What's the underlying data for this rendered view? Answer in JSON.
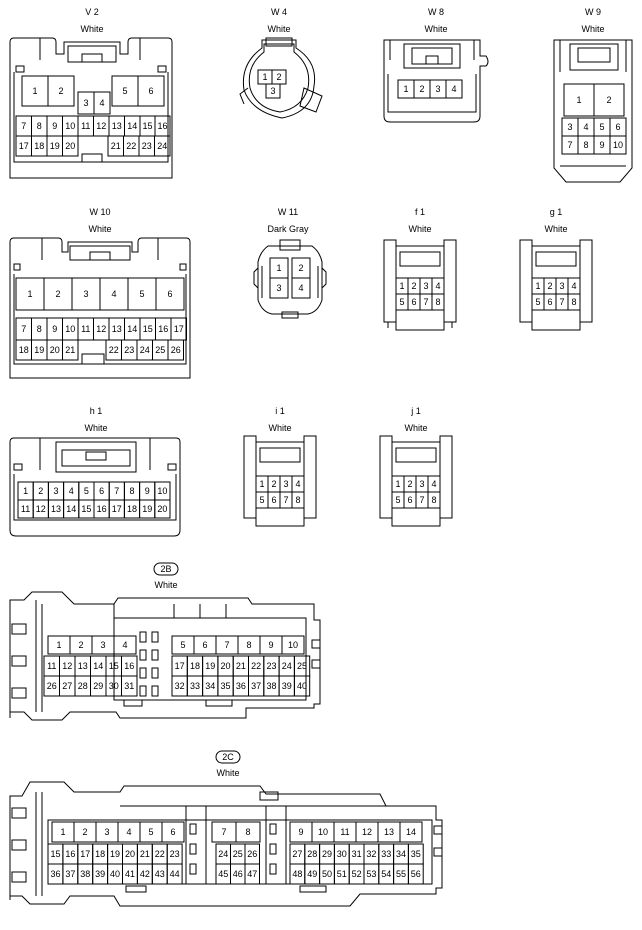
{
  "connectors": [
    {
      "id": "V2",
      "name": "V 2",
      "color": "White",
      "pins": [
        "1",
        "2",
        "3",
        "4",
        "5",
        "6",
        "7",
        "8",
        "9",
        "10",
        "11",
        "12",
        "13",
        "14",
        "15",
        "16",
        "17",
        "18",
        "19",
        "20",
        "21",
        "22",
        "23",
        "24"
      ]
    },
    {
      "id": "W4",
      "name": "W 4",
      "color": "White",
      "pins": [
        "1",
        "2",
        "3"
      ]
    },
    {
      "id": "W8",
      "name": "W 8",
      "color": "White",
      "pins": [
        "1",
        "2",
        "3",
        "4"
      ]
    },
    {
      "id": "W9",
      "name": "W 9",
      "color": "White",
      "pins": [
        "1",
        "2",
        "3",
        "4",
        "5",
        "6",
        "7",
        "8",
        "9",
        "10"
      ]
    },
    {
      "id": "W10",
      "name": "W 10",
      "color": "White",
      "pins": [
        "1",
        "2",
        "3",
        "4",
        "5",
        "6",
        "7",
        "8",
        "9",
        "10",
        "11",
        "12",
        "13",
        "14",
        "15",
        "16",
        "17",
        "18",
        "19",
        "20",
        "21",
        "22",
        "23",
        "24",
        "25",
        "26"
      ]
    },
    {
      "id": "W11",
      "name": "W 11",
      "color": "Dark Gray",
      "pins": [
        "1",
        "2",
        "3",
        "4"
      ]
    },
    {
      "id": "f1",
      "name": "f 1",
      "color": "White",
      "pins": [
        "1",
        "2",
        "3",
        "4",
        "5",
        "6",
        "7",
        "8"
      ]
    },
    {
      "id": "g1",
      "name": "g 1",
      "color": "White",
      "pins": [
        "1",
        "2",
        "3",
        "4",
        "5",
        "6",
        "7",
        "8"
      ]
    },
    {
      "id": "h1",
      "name": "h 1",
      "color": "White",
      "pins": [
        "1",
        "2",
        "3",
        "4",
        "5",
        "6",
        "7",
        "8",
        "9",
        "10",
        "11",
        "12",
        "13",
        "14",
        "15",
        "16",
        "17",
        "18",
        "19",
        "20"
      ]
    },
    {
      "id": "i1",
      "name": "i 1",
      "color": "White",
      "pins": [
        "1",
        "2",
        "3",
        "4",
        "5",
        "6",
        "7",
        "8"
      ]
    },
    {
      "id": "j1",
      "name": "j 1",
      "color": "White",
      "pins": [
        "1",
        "2",
        "3",
        "4",
        "5",
        "6",
        "7",
        "8"
      ]
    },
    {
      "id": "2B",
      "name": "2B",
      "color": "White",
      "pins": [
        "1",
        "2",
        "3",
        "4",
        "5",
        "6",
        "7",
        "8",
        "9",
        "10",
        "11",
        "12",
        "13",
        "14",
        "15",
        "16",
        "17",
        "18",
        "19",
        "20",
        "21",
        "22",
        "23",
        "24",
        "25",
        "26",
        "27",
        "28",
        "29",
        "30",
        "31",
        "32",
        "33",
        "34",
        "35",
        "36",
        "37",
        "38",
        "39",
        "40"
      ]
    },
    {
      "id": "2C",
      "name": "2C",
      "color": "White",
      "pins": [
        "1",
        "2",
        "3",
        "4",
        "5",
        "6",
        "7",
        "8",
        "9",
        "10",
        "11",
        "12",
        "13",
        "14",
        "15",
        "16",
        "17",
        "18",
        "19",
        "20",
        "21",
        "22",
        "23",
        "24",
        "25",
        "26",
        "27",
        "28",
        "29",
        "30",
        "31",
        "32",
        "33",
        "34",
        "35",
        "36",
        "37",
        "38",
        "39",
        "40",
        "41",
        "42",
        "43",
        "44",
        "45",
        "46",
        "47",
        "48",
        "49",
        "50",
        "51",
        "52",
        "53",
        "54",
        "55",
        "56"
      ]
    }
  ]
}
